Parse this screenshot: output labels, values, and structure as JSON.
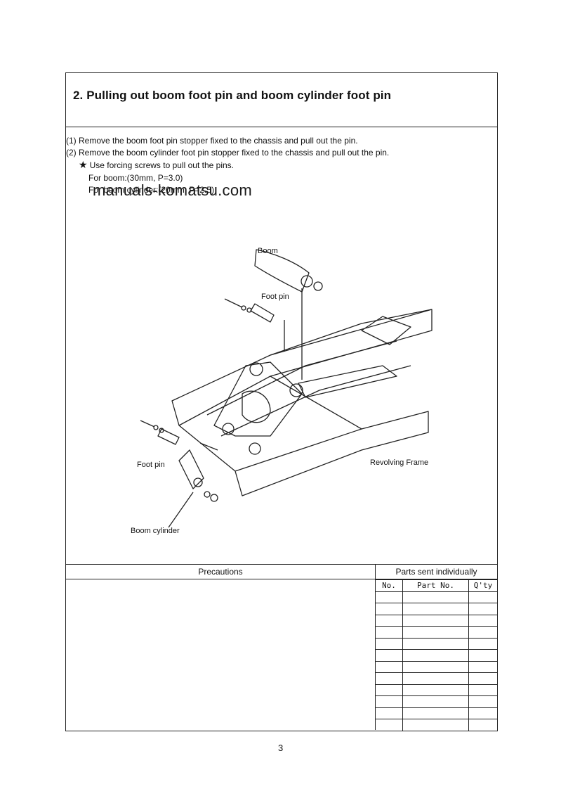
{
  "section": {
    "title": "2. Pulling out boom foot pin and boom cylinder foot pin"
  },
  "instructions": {
    "step1": "(1) Remove the boom foot pin stopper fixed to the chassis and pull out the pin.",
    "step2": "(2) Remove the boom cylinder foot pin stopper fixed to the chassis and pull out the pin.",
    "note": "Use forcing screws  to pull out the pins.",
    "for_boom": "For boom:(30mm, P=3.0)",
    "for_cylinder": "For boom cylinder:(20mm, P=2.5)"
  },
  "watermark": "manuals-komatsu.com",
  "diagram": {
    "labels": {
      "boom": "Boom",
      "foot_pin_top": "Foot pin",
      "foot_pin_left": "Foot pin",
      "revolving_frame": "Revolving Frame",
      "boom_cylinder": "Boom cylinder"
    }
  },
  "precautions": {
    "header": "Precautions"
  },
  "parts": {
    "header": "Parts sent individually",
    "columns": [
      "No.",
      "Part No.",
      "Q'ty"
    ],
    "rows": [
      [
        "",
        "",
        ""
      ],
      [
        "",
        "",
        ""
      ],
      [
        "",
        "",
        ""
      ],
      [
        "",
        "",
        ""
      ],
      [
        "",
        "",
        ""
      ],
      [
        "",
        "",
        ""
      ],
      [
        "",
        "",
        ""
      ],
      [
        "",
        "",
        ""
      ],
      [
        "",
        "",
        ""
      ],
      [
        "",
        "",
        ""
      ],
      [
        "",
        "",
        ""
      ],
      [
        "",
        "",
        ""
      ]
    ]
  },
  "page_number": "3"
}
